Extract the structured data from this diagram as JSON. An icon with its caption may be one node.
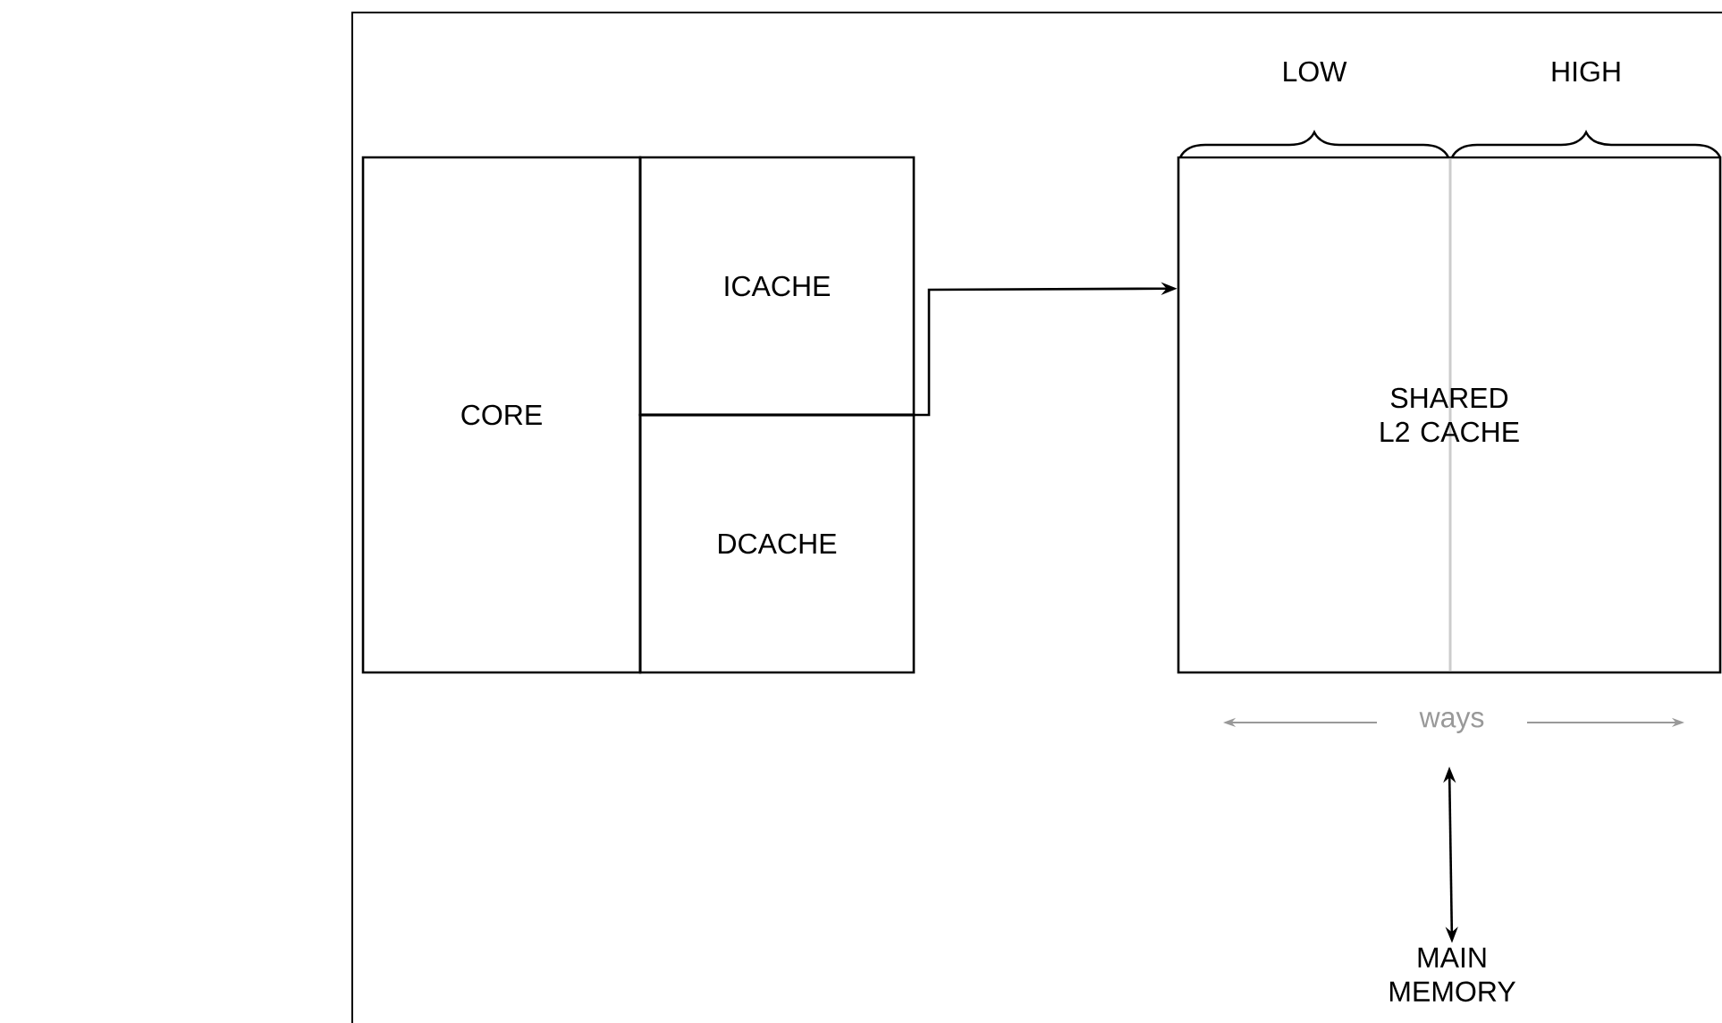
{
  "diagram": {
    "nodes": [
      {
        "text": [
          "CORE"
        ]
      },
      {
        "text": [
          "ICACHE"
        ]
      },
      {
        "text": [
          "DCACHE"
        ]
      },
      {
        "text": [
          "SHARED L2 CACHE"
        ]
      },
      {
        "text": [
          "MAIN MEMORY"
        ]
      }
    ],
    "edges": [
      {
        "from": 0,
        "to": 3,
        "arrow": "to"
      },
      {
        "from": 3,
        "to": 4,
        "arrow": "both"
      }
    ],
    "labels": [
      "LOW",
      "HIGH",
      "ways"
    ]
  }
}
